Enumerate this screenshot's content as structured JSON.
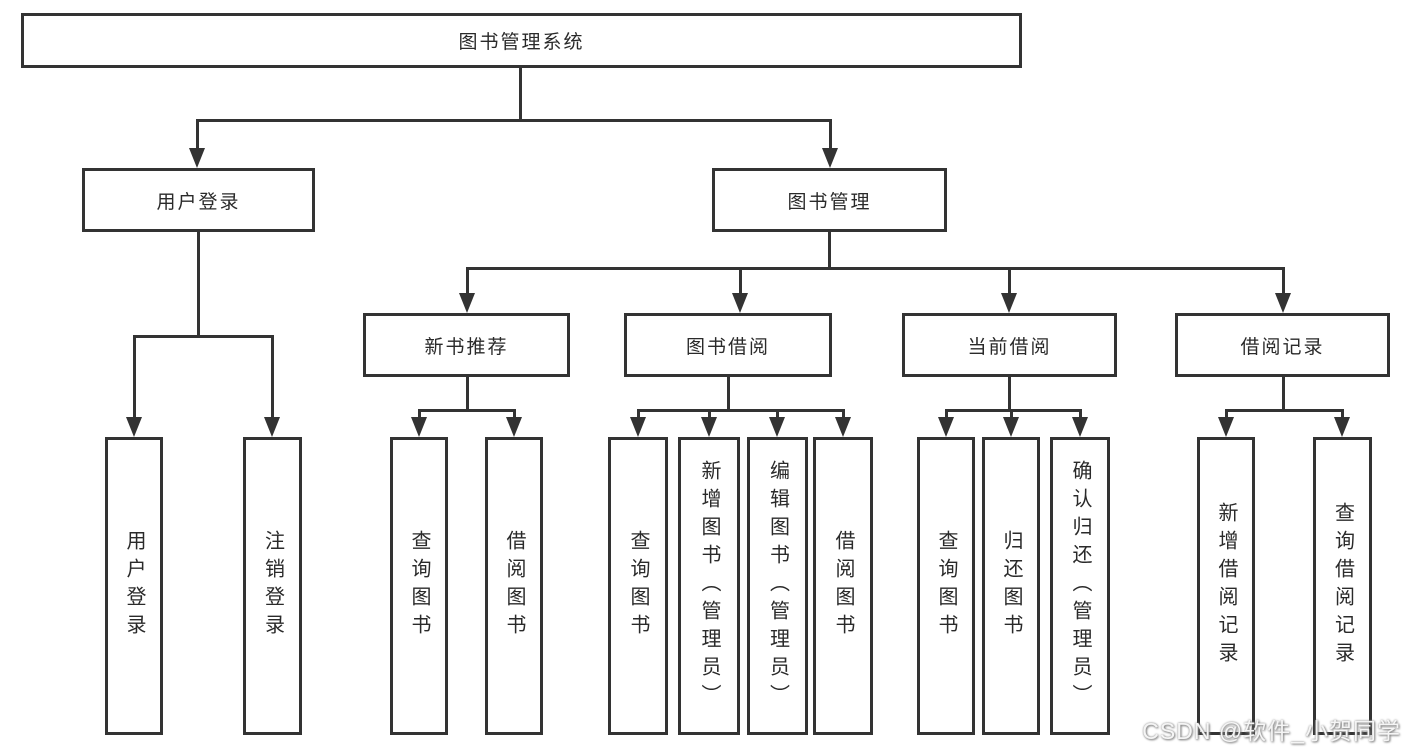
{
  "diagram": {
    "root": {
      "label": "图书管理系统"
    },
    "level2": [
      {
        "label": "用户登录",
        "parent": "图书管理系统"
      },
      {
        "label": "图书管理",
        "parent": "图书管理系统"
      }
    ],
    "level3": [
      {
        "label": "新书推荐",
        "parent": "图书管理"
      },
      {
        "label": "图书借阅",
        "parent": "图书管理"
      },
      {
        "label": "当前借阅",
        "parent": "图书管理"
      },
      {
        "label": "借阅记录",
        "parent": "图书管理"
      }
    ],
    "leaves": [
      {
        "label": "用户登录",
        "parent": "用户登录"
      },
      {
        "label": "注销登录",
        "parent": "用户登录"
      },
      {
        "label": "查询图书",
        "parent": "新书推荐"
      },
      {
        "label": "借阅图书",
        "parent": "新书推荐"
      },
      {
        "label": "查询图书",
        "parent": "图书借阅"
      },
      {
        "label": "新增图书（管理员）",
        "parent": "图书借阅"
      },
      {
        "label": "编辑图书（管理员）",
        "parent": "图书借阅"
      },
      {
        "label": "借阅图书",
        "parent": "图书借阅"
      },
      {
        "label": "查询图书",
        "parent": "当前借阅"
      },
      {
        "label": "归还图书",
        "parent": "当前借阅"
      },
      {
        "label": "确认归还（管理员）",
        "parent": "当前借阅"
      },
      {
        "label": "新增借阅记录",
        "parent": "借阅记录"
      },
      {
        "label": "查询借阅记录",
        "parent": "借阅记录"
      }
    ]
  },
  "watermark": {
    "text": "CSDN @软件_小贺同学"
  },
  "colors": {
    "line": "#333333",
    "text": "#2a2a2a",
    "background": "#ffffff"
  }
}
